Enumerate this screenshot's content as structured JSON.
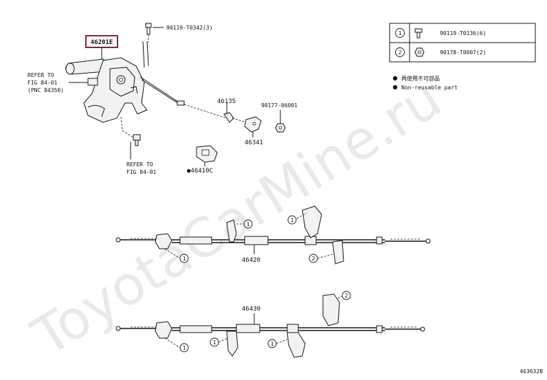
{
  "watermark": "ToyotaCarMine.ru",
  "diagram_id": "463632B",
  "legend": {
    "rows": [
      {
        "num": "1",
        "part": "90119-T0136(6)",
        "icon": "bolt-icon"
      },
      {
        "num": "2",
        "part": "90178-T0007(2)",
        "icon": "nut-icon"
      }
    ]
  },
  "notes": {
    "jp": "再使用不可部品",
    "en": "Non-reusable part"
  },
  "parts": {
    "lever": "46201E",
    "bolt_top": "90119-T0342(3)",
    "clip": "46135",
    "nut_right": "90177-06001",
    "bracket": "46341",
    "plug": "●46410C",
    "cable_front": "46420",
    "cable_rear": "46430"
  },
  "refs": {
    "ref1": [
      "REFER TO",
      "FIG 84-01",
      "(PNC 84350)"
    ],
    "ref2": [
      "REFER TO",
      "FIG 84-01"
    ]
  },
  "callouts": {
    "one": "1",
    "two": "2"
  }
}
